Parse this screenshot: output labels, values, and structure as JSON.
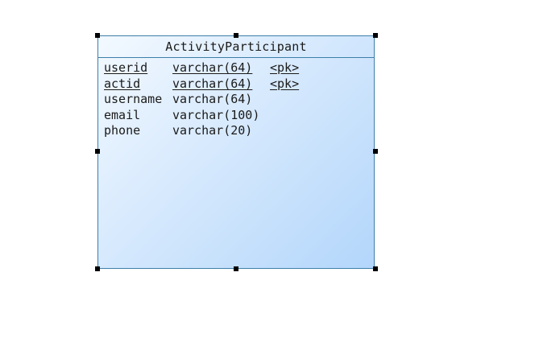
{
  "entity": {
    "title": "ActivityParticipant",
    "columns": [
      {
        "name": "userid",
        "type": "varchar(64)",
        "key": "<pk>"
      },
      {
        "name": "actid",
        "type": "varchar(64)",
        "key": "<pk>"
      },
      {
        "name": "username",
        "type": "varchar(64)",
        "key": ""
      },
      {
        "name": "email",
        "type": "varchar(100)",
        "key": ""
      },
      {
        "name": "phone",
        "type": "varchar(20)",
        "key": ""
      }
    ]
  },
  "colors": {
    "border": "#3d7fa8",
    "fill_start": "#f3f9ff",
    "fill_end": "#b3d6fb",
    "handle": "#000000"
  }
}
